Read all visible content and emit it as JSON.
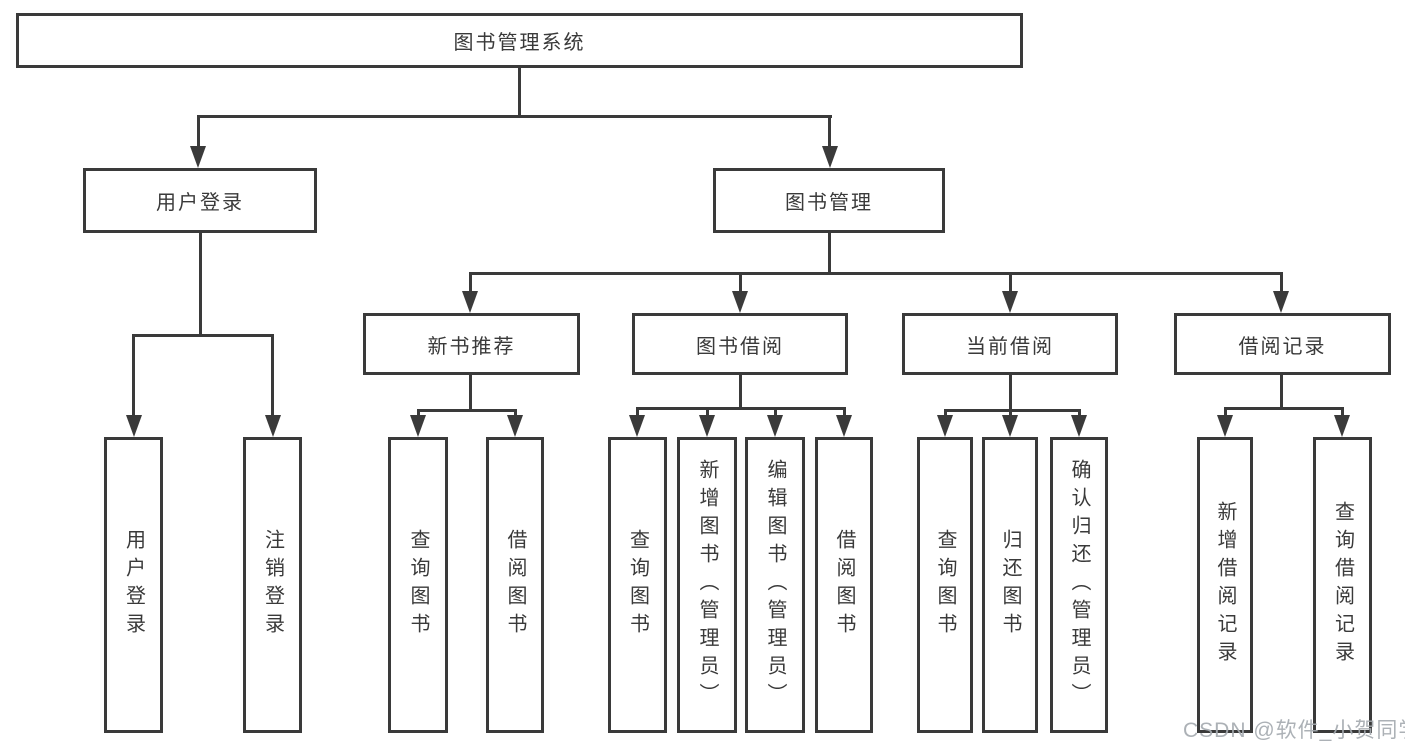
{
  "diagram": {
    "root": {
      "label": "图书管理系统"
    },
    "level2": [
      {
        "label": "用户登录",
        "children": [
          {
            "label": "用户登录"
          },
          {
            "label": "注销登录"
          }
        ]
      },
      {
        "label": "图书管理",
        "children": [
          {
            "label": "新书推荐",
            "children": [
              {
                "label": "查询图书"
              },
              {
                "label": "借阅图书"
              }
            ]
          },
          {
            "label": "图书借阅",
            "children": [
              {
                "label": "查询图书"
              },
              {
                "label": "新增图书（管理员）"
              },
              {
                "label": "编辑图书（管理员）"
              },
              {
                "label": "借阅图书"
              }
            ]
          },
          {
            "label": "当前借阅",
            "children": [
              {
                "label": "查询图书"
              },
              {
                "label": "归还图书"
              },
              {
                "label": "确认归还（管理员）"
              }
            ]
          },
          {
            "label": "借阅记录",
            "children": [
              {
                "label": "新增借阅记录"
              },
              {
                "label": "查询借阅记录"
              }
            ]
          }
        ]
      }
    ]
  },
  "watermark": {
    "text": "CSDN @软件_小贺同学"
  },
  "colors": {
    "line": "#3a3a3a",
    "box_background": "#ffffff",
    "text": "#3a3a3a",
    "watermark": "#a5aab0"
  }
}
